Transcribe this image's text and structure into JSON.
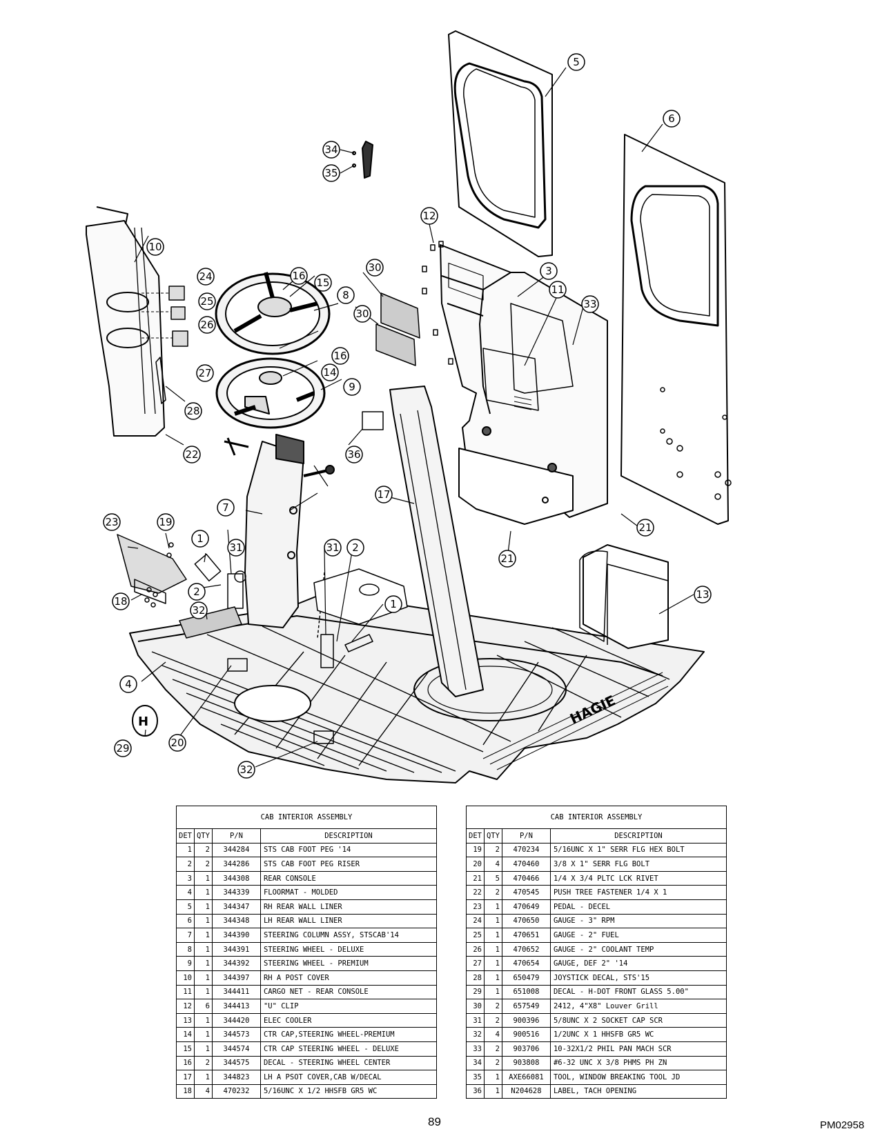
{
  "diagram": {
    "callouts": [
      "1",
      "1",
      "2",
      "2",
      "3",
      "4",
      "5",
      "6",
      "7",
      "8",
      "9",
      "10",
      "11",
      "12",
      "13",
      "14",
      "15",
      "16",
      "16",
      "17",
      "18",
      "19",
      "20",
      "21",
      "21",
      "22",
      "23",
      "24",
      "25",
      "26",
      "27",
      "28",
      "29",
      "30",
      "30",
      "31",
      "31",
      "32",
      "32",
      "33",
      "34",
      "35",
      "36"
    ],
    "floormat_logo": "HAGIE"
  },
  "tables": [
    {
      "title": "CAB INTERIOR ASSEMBLY",
      "headers": [
        "DET",
        "QTY",
        "P/N",
        "DESCRIPTION"
      ],
      "rows": [
        [
          "1",
          "2",
          "344284",
          "STS CAB FOOT PEG '14"
        ],
        [
          "2",
          "2",
          "344286",
          "STS CAB FOOT PEG RISER"
        ],
        [
          "3",
          "1",
          "344308",
          "REAR CONSOLE"
        ],
        [
          "4",
          "1",
          "344339",
          "FLOORMAT - MOLDED"
        ],
        [
          "5",
          "1",
          "344347",
          "RH REAR WALL LINER"
        ],
        [
          "6",
          "1",
          "344348",
          "LH REAR WALL LINER"
        ],
        [
          "7",
          "1",
          "344390",
          "STEERING COLUMN ASSY, STSCAB'14"
        ],
        [
          "8",
          "1",
          "344391",
          "STEERING WHEEL - DELUXE"
        ],
        [
          "9",
          "1",
          "344392",
          "STEERING WHEEL - PREMIUM"
        ],
        [
          "10",
          "1",
          "344397",
          "RH A POST COVER"
        ],
        [
          "11",
          "1",
          "344411",
          "CARGO NET - REAR CONSOLE"
        ],
        [
          "12",
          "6",
          "344413",
          "\"U\" CLIP"
        ],
        [
          "13",
          "1",
          "344420",
          "ELEC COOLER"
        ],
        [
          "14",
          "1",
          "344573",
          "CTR CAP,STEERING WHEEL-PREMIUM"
        ],
        [
          "15",
          "1",
          "344574",
          "CTR CAP STEERING WHEEL - DELUXE"
        ],
        [
          "16",
          "2",
          "344575",
          "DECAL - STEERING WHEEL CENTER"
        ],
        [
          "17",
          "1",
          "344823",
          "LH A PSOT COVER,CAB W/DECAL"
        ],
        [
          "18",
          "4",
          "470232",
          "5/16UNC X 1/2 HHSFB GR5 WC"
        ]
      ]
    },
    {
      "title": "CAB INTERIOR ASSEMBLY",
      "headers": [
        "DET",
        "QTY",
        "P/N",
        "DESCRIPTION"
      ],
      "rows": [
        [
          "19",
          "2",
          "470234",
          "5/16UNC X 1\" SERR FLG HEX BOLT"
        ],
        [
          "20",
          "4",
          "470460",
          "3/8 X 1\" SERR FLG BOLT"
        ],
        [
          "21",
          "5",
          "470466",
          "1/4 X 3/4 PLTC LCK RIVET"
        ],
        [
          "22",
          "2",
          "470545",
          "PUSH TREE FASTENER 1/4 X 1"
        ],
        [
          "23",
          "1",
          "470649",
          "PEDAL - DECEL"
        ],
        [
          "24",
          "1",
          "470650",
          "GAUGE - 3\" RPM"
        ],
        [
          "25",
          "1",
          "470651",
          "GAUGE - 2\" FUEL"
        ],
        [
          "26",
          "1",
          "470652",
          "GAUGE - 2\" COOLANT TEMP"
        ],
        [
          "27",
          "1",
          "470654",
          "GAUGE, DEF  2\"           '14"
        ],
        [
          "28",
          "1",
          "650479",
          "JOYSTICK DECAL, STS'15"
        ],
        [
          "29",
          "1",
          "651008",
          "DECAL - H-DOT FRONT GLASS 5.00\""
        ],
        [
          "30",
          "2",
          "657549",
          "2412, 4\"X8\" Louver Grill"
        ],
        [
          "31",
          "2",
          "900396",
          "5/8UNC X 2 SOCKET CAP SCR"
        ],
        [
          "32",
          "4",
          "900516",
          "1/2UNC X 1 HHSFB GR5 WC"
        ],
        [
          "33",
          "2",
          "903706",
          "10-32X1/2 PHIL PAN MACH SCR"
        ],
        [
          "34",
          "2",
          "903808",
          "#6-32 UNC X 3/8 PHMS PH ZN"
        ],
        [
          "35",
          "1",
          "AXE66081",
          "TOOL, WINDOW BREAKING TOOL JD"
        ],
        [
          "36",
          "1",
          "N204628",
          "LABEL, TACH OPENING"
        ]
      ]
    }
  ],
  "footer": {
    "page_number": "89",
    "drawing_id": "PM02958"
  }
}
